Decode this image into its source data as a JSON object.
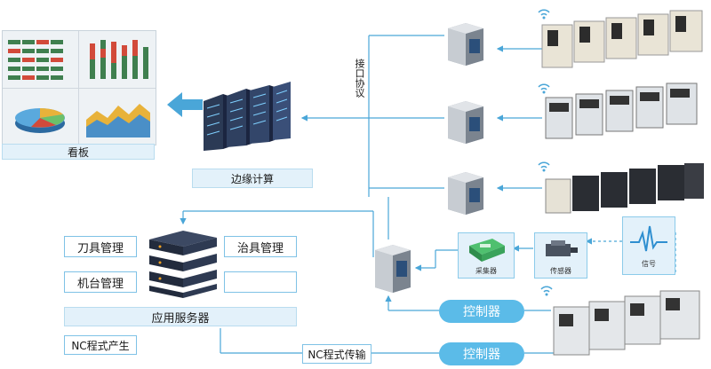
{
  "dashboard": {
    "label": "看板"
  },
  "edge": {
    "label": "边缘计算"
  },
  "interface": {
    "label": "接口协议"
  },
  "server": {
    "label": "应用服务器",
    "modules": [
      "刀具管理",
      "治具管理",
      "机台管理",
      ""
    ]
  },
  "nc_generate": {
    "label": "NC程式产生"
  },
  "nc_transfer": {
    "label": "NC程式传输"
  },
  "controllers": [
    "控制器",
    "控制器"
  ],
  "devices": {
    "collector": "采集器",
    "sensor": "传感器",
    "signal": "信号"
  },
  "colors": {
    "accent": "#5bbbe8",
    "line": "#4aa6d8",
    "panel": "#e3f1fa"
  }
}
